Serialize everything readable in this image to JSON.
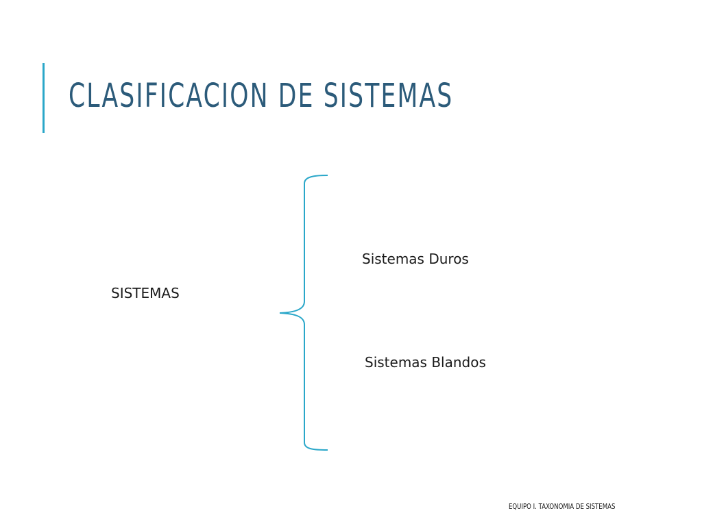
{
  "slide": {
    "title": "CLASIFICACION DE SISTEMAS",
    "footer": "EQUIPO I. TAXONOMIA DE SISTEMAS"
  },
  "diagram": {
    "root": "SISTEMAS",
    "branches": [
      {
        "label": "Sistemas Duros"
      },
      {
        "label": "Sistemas Blandos"
      }
    ]
  },
  "colors": {
    "title": "#2c5b7a",
    "accent": "#2aa7c9",
    "text": "#1a1a1a"
  },
  "icons": {
    "brace": "left-curly-brace-icon"
  }
}
